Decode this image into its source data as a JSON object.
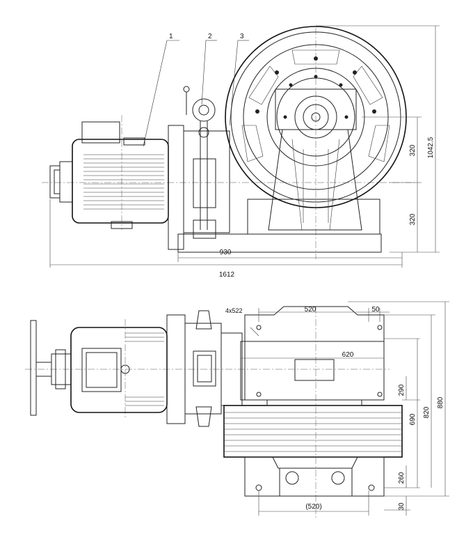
{
  "callouts": [
    "1",
    "2",
    "3"
  ],
  "top_view": {
    "dim_height_total": "1042.5",
    "dim_upper": "320",
    "dim_lower": "320",
    "dim_base": "930",
    "dim_overall": "1612"
  },
  "bottom_view": {
    "dim_bolts": "4x522",
    "dim_top_width": "520",
    "dim_top_offset": "50",
    "dim_mid_width": "620",
    "dim_bottom_width": "(520)",
    "dim_v_290": "290",
    "dim_v_690": "690",
    "dim_v_820": "820",
    "dim_v_880": "880",
    "dim_v_260": "260",
    "dim_v_30": "30"
  }
}
